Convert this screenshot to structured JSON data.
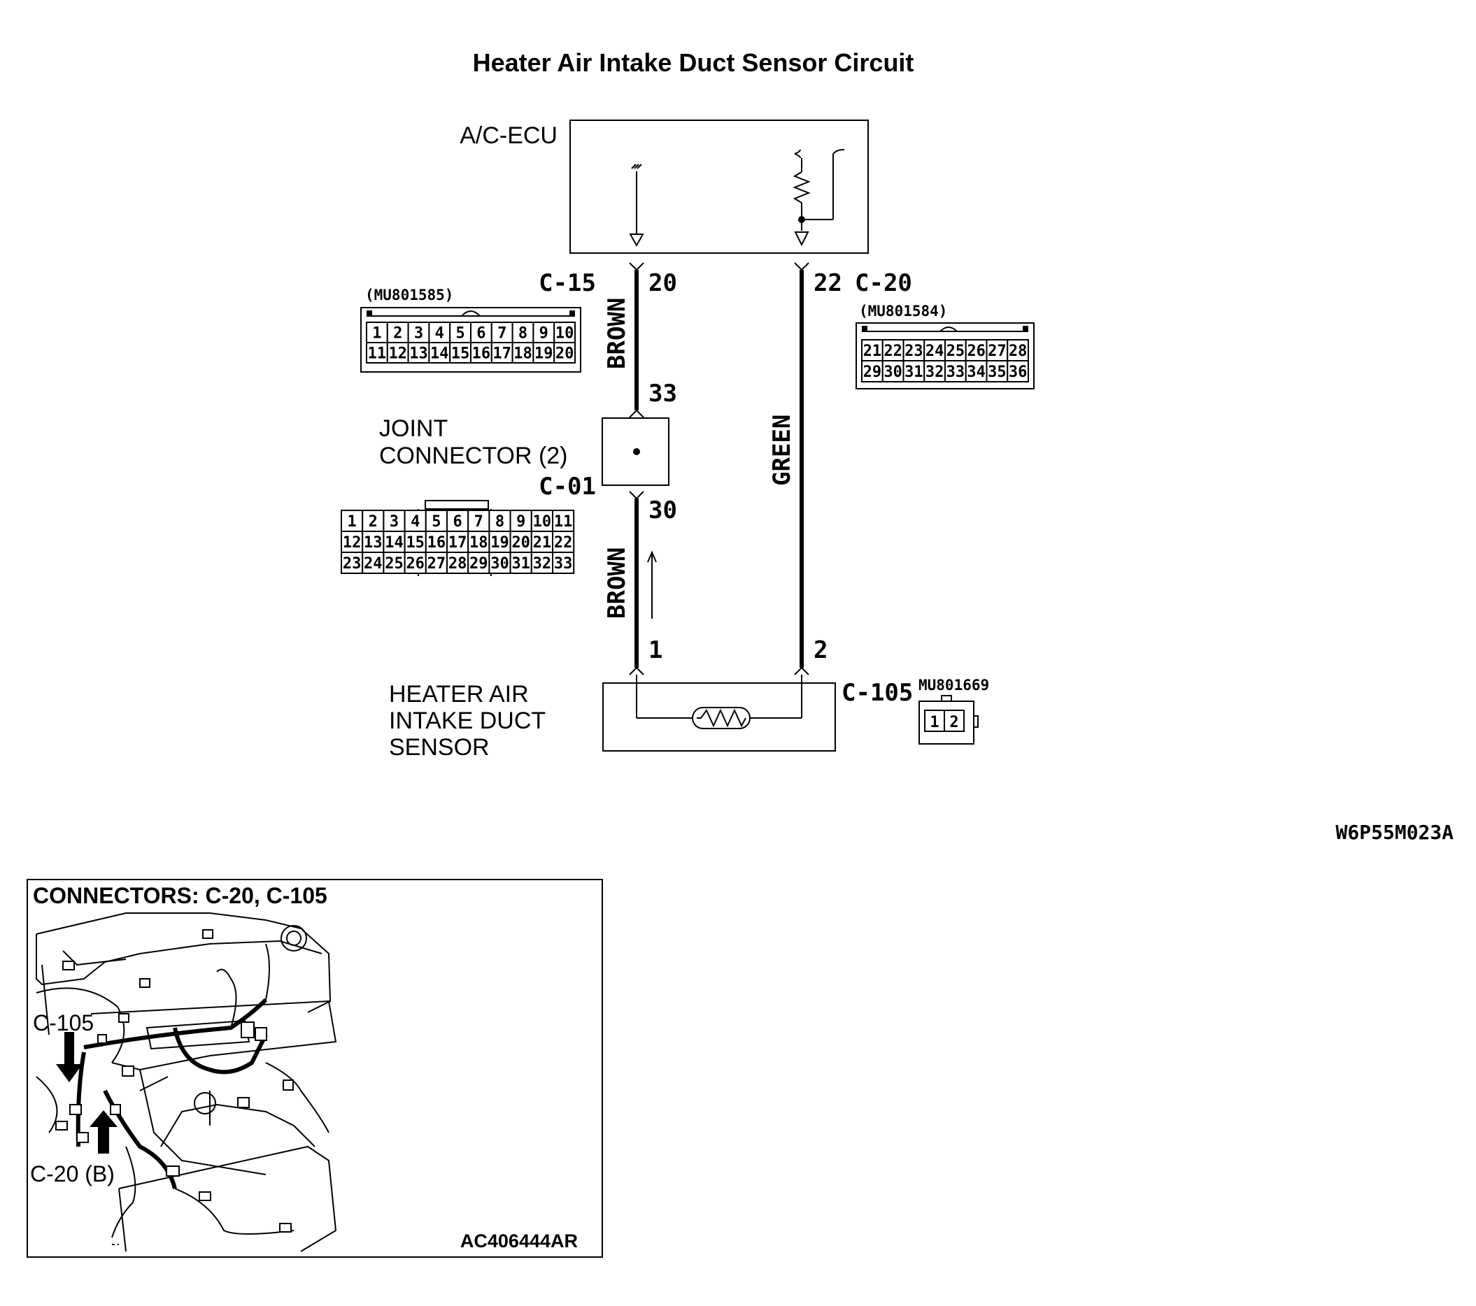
{
  "title": "Heater Air Intake Duct Sensor Circuit",
  "ecu": {
    "label": "A/C-ECU"
  },
  "wires": {
    "left_upper": "BROWN",
    "left_lower": "BROWN",
    "right": "GREEN"
  },
  "pins": {
    "c15_pin": "20",
    "c20_pin": "22",
    "joint_in": "33",
    "joint_out": "30",
    "sensor_pin1": "1",
    "sensor_pin2": "2"
  },
  "connectors": {
    "c15": {
      "code": "C-15",
      "part": "(MU801585)",
      "rows": [
        [
          "1",
          "2",
          "3",
          "4",
          "5",
          "6",
          "7",
          "8",
          "9",
          "10"
        ],
        [
          "11",
          "12",
          "13",
          "14",
          "15",
          "16",
          "17",
          "18",
          "19",
          "20"
        ]
      ]
    },
    "c20": {
      "code": "C-20",
      "part": "(MU801584)",
      "rows": [
        [
          "21",
          "22",
          "23",
          "24",
          "25",
          "26",
          "27",
          "28"
        ],
        [
          "29",
          "30",
          "31",
          "32",
          "33",
          "34",
          "35",
          "36"
        ]
      ]
    },
    "joint": {
      "label_line1": "JOINT",
      "label_line2": "CONNECTOR (2)",
      "code": "C-01",
      "rows": [
        [
          "1",
          "2",
          "3",
          "4",
          "5",
          "6",
          "7",
          "8",
          "9",
          "10",
          "11"
        ],
        [
          "12",
          "13",
          "14",
          "15",
          "16",
          "17",
          "18",
          "19",
          "20",
          "21",
          "22"
        ],
        [
          "23",
          "24",
          "25",
          "26",
          "27",
          "28",
          "29",
          "30",
          "31",
          "32",
          "33"
        ]
      ]
    },
    "c105": {
      "code": "C-105",
      "part": "MU801669",
      "pins": [
        "1",
        "2"
      ]
    }
  },
  "sensor": {
    "line1": "HEATER AIR",
    "line2": "INTAKE DUCT",
    "line3": "SENSOR"
  },
  "figure_id": "W6P55M023A",
  "location_box": {
    "title": "CONNECTORS: C-20, C-105",
    "callout_c105": "C-105",
    "callout_c20": "C-20 (B)",
    "image_id": "AC406444AR"
  }
}
